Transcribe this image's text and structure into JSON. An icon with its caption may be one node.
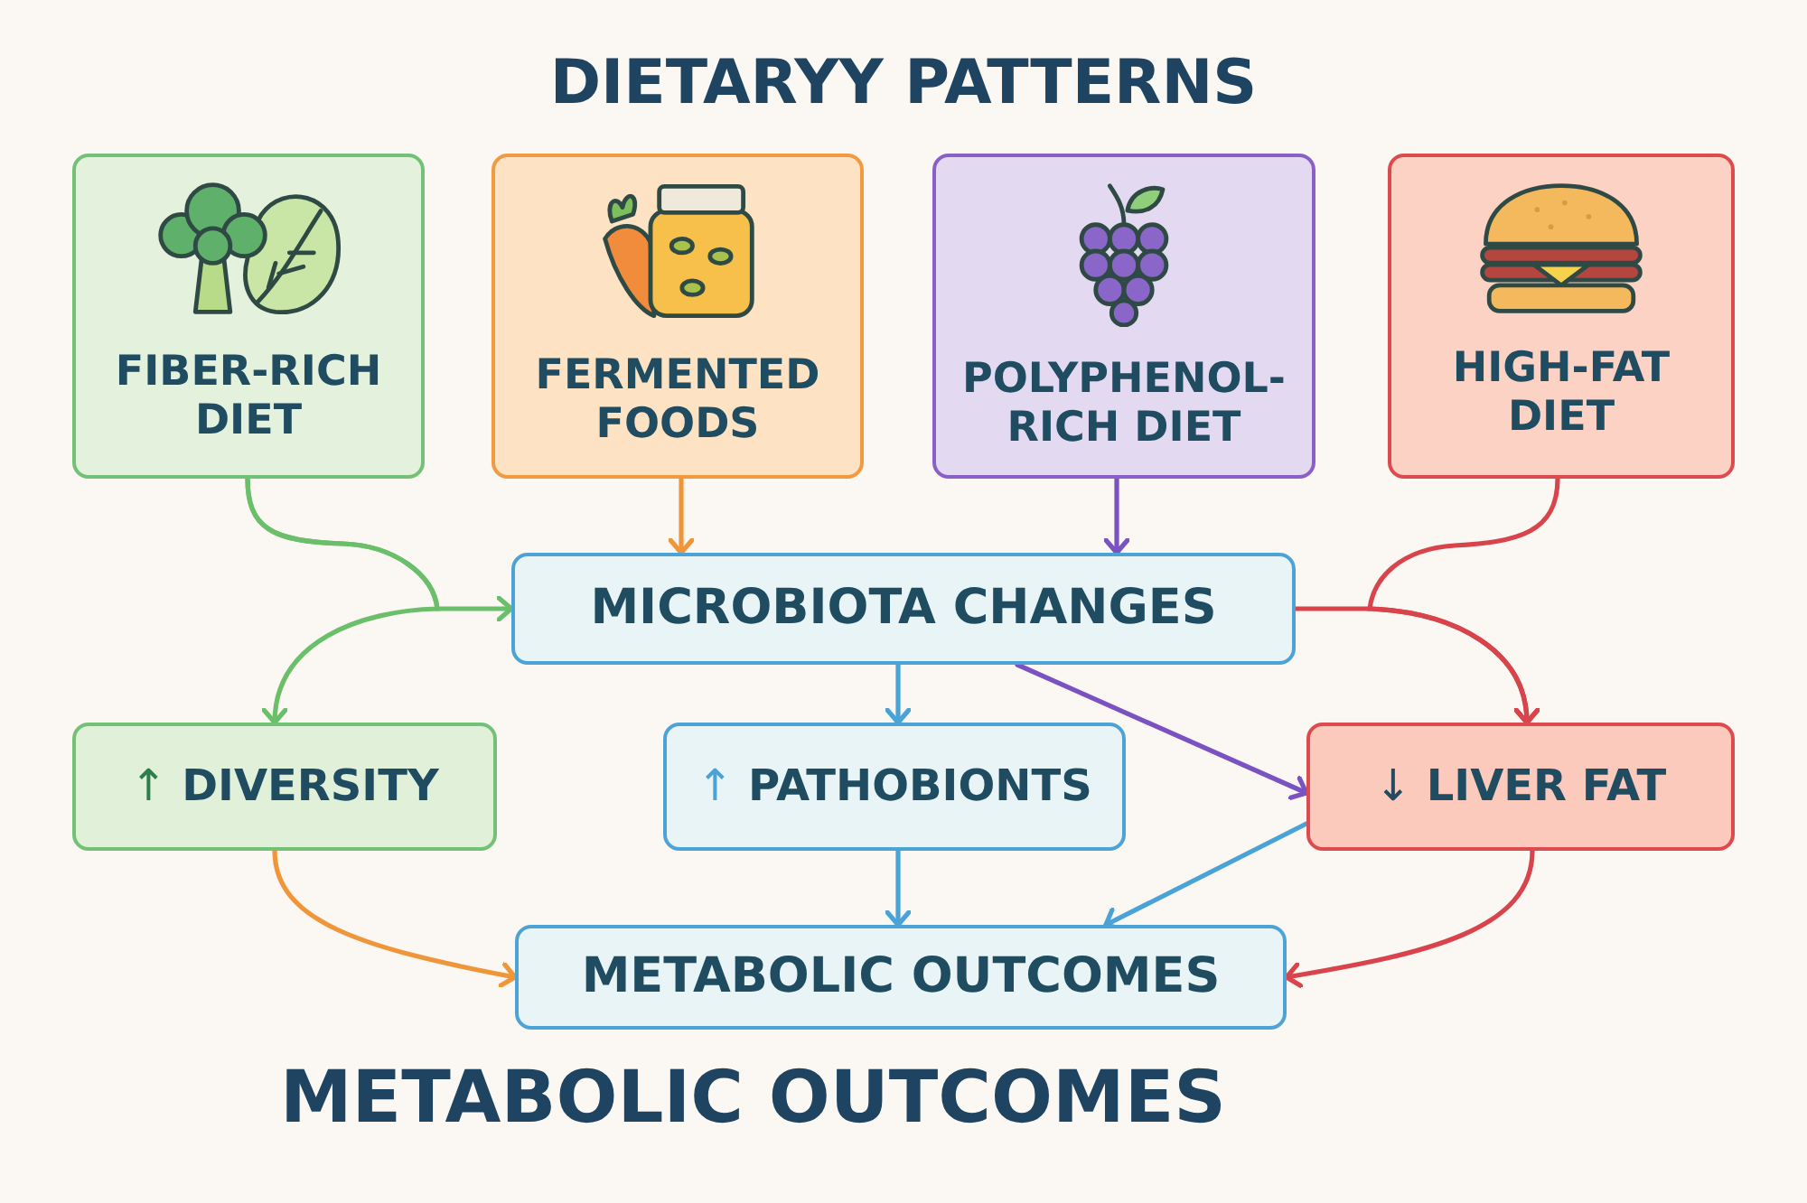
{
  "diagram": {
    "title": "DIETARYY PATTERNS",
    "nodes": [
      {
        "text": [
          "FIBER-RICH DIET"
        ]
      },
      {
        "text": [
          "FERMENTED FOODS"
        ]
      },
      {
        "text": [
          "POLYPHENOL-RICH DIET"
        ]
      },
      {
        "text": [
          "HIGH-FAT DIET"
        ]
      },
      {
        "text": [
          "MICROBIOTA CHANGES"
        ]
      },
      {
        "text": [
          "↑ DIVERSITY"
        ]
      },
      {
        "text": [
          "↑ PATHOBIONTS"
        ]
      },
      {
        "text": [
          "↓ LIVER FAT"
        ]
      },
      {
        "text": [
          "METABOLIC OUTCOMES"
        ]
      }
    ],
    "edges": [
      {
        "from": 0,
        "to": 4,
        "arrow": "to",
        "color": "#6bbf6b"
      },
      {
        "from": 0,
        "to": 5,
        "arrow": "to",
        "color": "#6bbf6b"
      },
      {
        "from": 1,
        "to": 4,
        "arrow": "to",
        "color": "#f0963a"
      },
      {
        "from": 2,
        "to": 4,
        "arrow": "to",
        "color": "#7a52c2"
      },
      {
        "from": 3,
        "to": 7,
        "arrow": "to",
        "color": "#d9434b"
      },
      {
        "from": 4,
        "to": 7,
        "arrow": "to",
        "color": "#d9434b"
      },
      {
        "from": 4,
        "to": 7,
        "arrow": "to",
        "color": "#7a52c2"
      },
      {
        "from": 7,
        "to": 8,
        "arrow": "to",
        "color": "#4aa3d6"
      },
      {
        "from": 4,
        "to": 6,
        "arrow": "to",
        "color": "#4aa3d6"
      },
      {
        "from": 6,
        "to": 8,
        "arrow": "to",
        "color": "#4aa3d6"
      },
      {
        "from": 5,
        "to": 8,
        "arrow": "to",
        "color": "#f0963a"
      },
      {
        "from": 7,
        "to": 8,
        "arrow": "to",
        "color": "#d9434b"
      }
    ],
    "labels": [
      "METABOLIC OUTCOMES"
    ]
  }
}
